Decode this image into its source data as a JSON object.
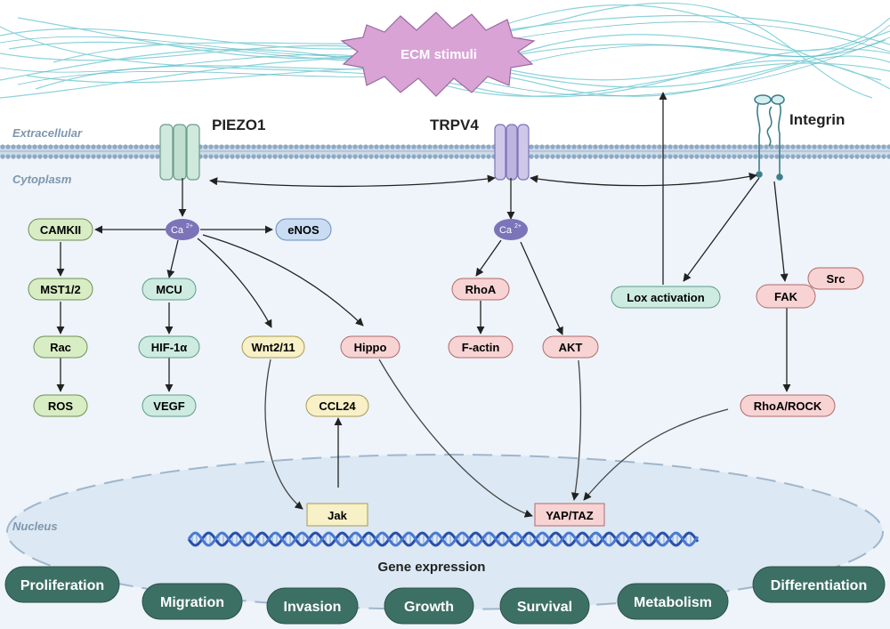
{
  "ecm": {
    "label": "ECM stimuli"
  },
  "regions": {
    "extracellular": "Extracellular",
    "cytoplasm": "Cytoplasm",
    "nucleus": "Nucleus"
  },
  "channels": {
    "piezo1": "PIEZO1",
    "trpv4": "TRPV4",
    "integrin": "Integrin"
  },
  "calcium": {
    "label": "Ca",
    "superscript": "2+"
  },
  "nodes": {
    "camkii": "CAMKII",
    "mst12": "MST1/2",
    "rac": "Rac",
    "ros": "ROS",
    "mcu": "MCU",
    "hif1a": "HIF-1α",
    "vegf": "VEGF",
    "enos": "eNOS",
    "wnt": "Wnt2/11",
    "hippo": "Hippo",
    "ccl24": "CCL24",
    "jak": "Jak",
    "yaptaz": "YAP/TAZ",
    "rhoa": "RhoA",
    "factin": "F-actin",
    "akt": "AKT",
    "lox": "Lox activation",
    "fak": "FAK",
    "src": "Src",
    "rhoarock": "RhoA/ROCK"
  },
  "gene_expression": "Gene expression",
  "outcomes": [
    "Proliferation",
    "Migration",
    "Invasion",
    "Growth",
    "Survival",
    "Metabolism",
    "Differentiation"
  ],
  "colors": {
    "green": "#d9edc4",
    "teal": "#cdebe0",
    "blue": "#c9dcf2",
    "yellow": "#f8f0c6",
    "pink": "#f8d3d3",
    "calcium": "#7b74b8",
    "ecm_star": "#d9a3d6",
    "outcome": "#3d7064",
    "cytoplasm": "#eef4fa",
    "nucleus": "#dce8f3"
  }
}
